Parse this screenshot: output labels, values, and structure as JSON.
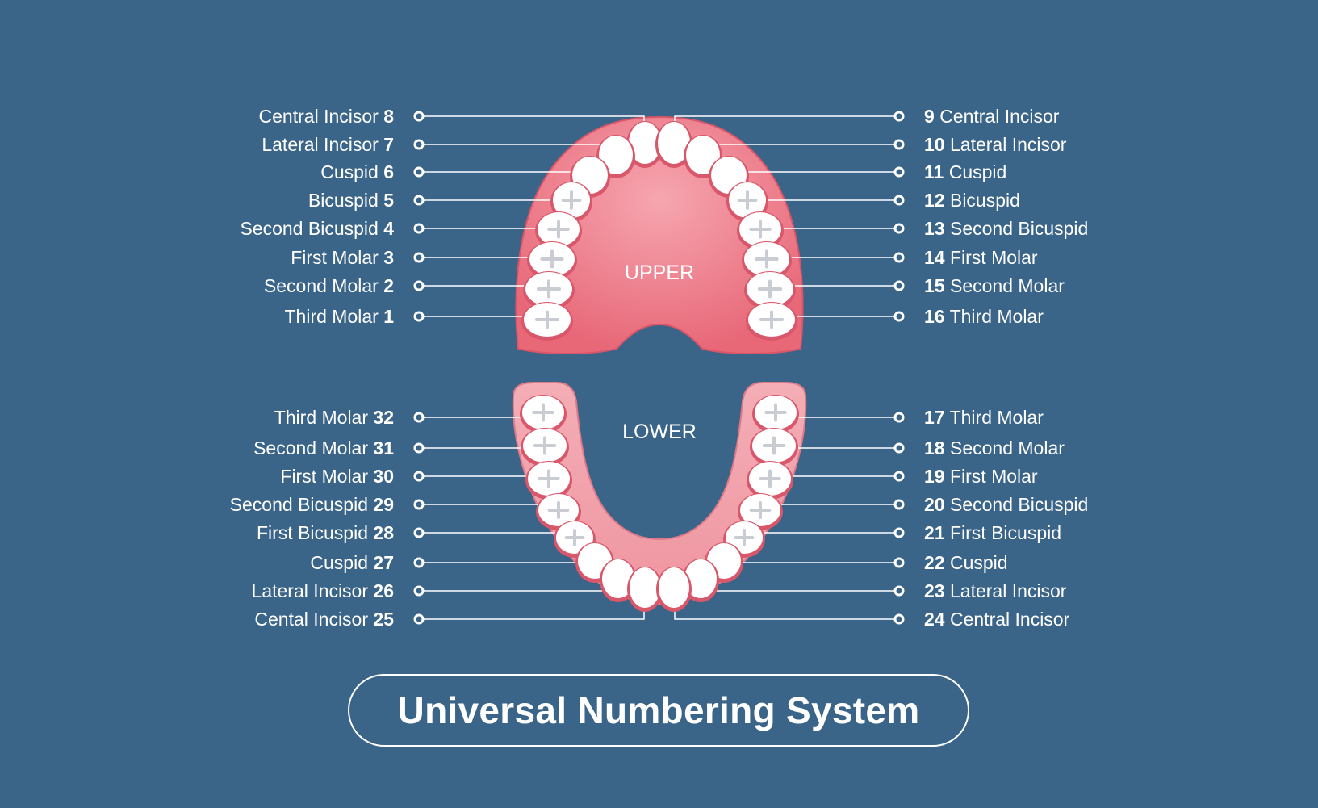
{
  "title": "Universal Numbering System",
  "upper_label": "UPPER",
  "lower_label": "LOWER",
  "colors": {
    "background": "#3a6589",
    "gum": "#e8707f",
    "gum_light": "#f6a3ae",
    "tooth": "#ffffff",
    "line": "#ffffff"
  },
  "upper_left": [
    {
      "name": "Central Incisor",
      "num": "8"
    },
    {
      "name": "Lateral Incisor",
      "num": "7"
    },
    {
      "name": "Cuspid",
      "num": "6"
    },
    {
      "name": "Bicuspid",
      "num": "5"
    },
    {
      "name": "Second Bicuspid",
      "num": "4"
    },
    {
      "name": "First Molar",
      "num": "3"
    },
    {
      "name": "Second Molar",
      "num": "2"
    },
    {
      "name": "Third Molar",
      "num": "1"
    }
  ],
  "upper_right": [
    {
      "num": "9",
      "name": "Central Incisor"
    },
    {
      "num": "10",
      "name": "Lateral Incisor"
    },
    {
      "num": "11",
      "name": "Cuspid"
    },
    {
      "num": "12",
      "name": "Bicuspid"
    },
    {
      "num": "13",
      "name": "Second Bicuspid"
    },
    {
      "num": "14",
      "name": "First Molar"
    },
    {
      "num": "15",
      "name": "Second Molar"
    },
    {
      "num": "16",
      "name": "Third Molar"
    }
  ],
  "lower_left": [
    {
      "name": "Third Molar",
      "num": "32"
    },
    {
      "name": "Second Molar",
      "num": "31"
    },
    {
      "name": "First Molar",
      "num": "30"
    },
    {
      "name": "Second Bicuspid",
      "num": "29"
    },
    {
      "name": "First Bicuspid",
      "num": "28"
    },
    {
      "name": "Cuspid",
      "num": "27"
    },
    {
      "name": "Lateral Incisor",
      "num": "26"
    },
    {
      "name": "Cental Incisor",
      "num": "25"
    }
  ],
  "lower_right": [
    {
      "num": "17",
      "name": "Third Molar"
    },
    {
      "num": "18",
      "name": "Second Molar"
    },
    {
      "num": "19",
      "name": "First Molar"
    },
    {
      "num": "20",
      "name": "Second Bicuspid"
    },
    {
      "num": "21",
      "name": "First Bicuspid"
    },
    {
      "num": "22",
      "name": "Cuspid"
    },
    {
      "num": "23",
      "name": "Lateral Incisor"
    },
    {
      "num": "24",
      "name": "Central Incisor"
    }
  ]
}
